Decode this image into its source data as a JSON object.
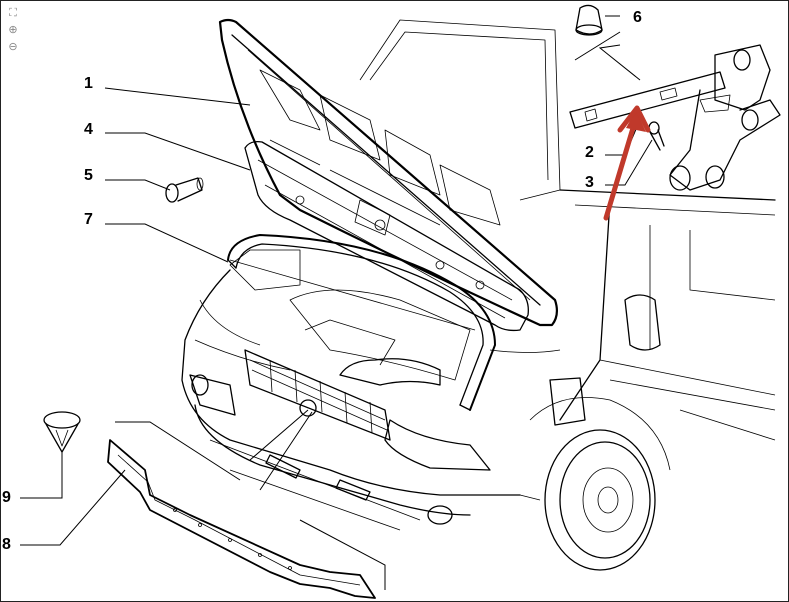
{
  "toolbar": {
    "fit_icon": "fit-screen-icon",
    "zoom_in_icon": "zoom-in-icon",
    "zoom_out_icon": "zoom-out-icon"
  },
  "callouts": [
    "1",
    "4",
    "5",
    "7",
    "6",
    "2",
    "3",
    "9",
    "8"
  ],
  "colors": {
    "arrow": "#c0392b",
    "line": "#000000"
  }
}
